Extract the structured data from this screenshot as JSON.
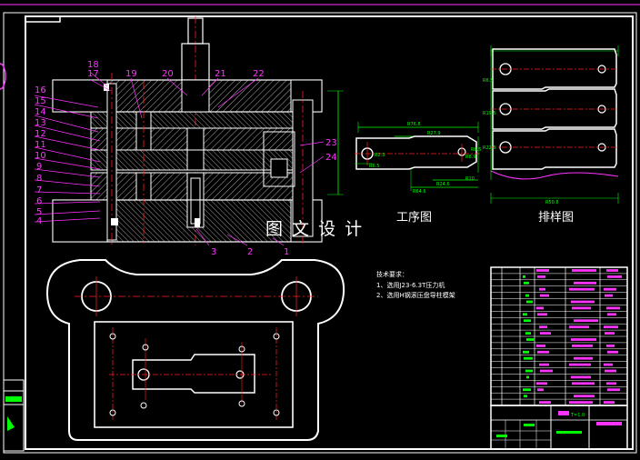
{
  "part_labels": [
    "1",
    "2",
    "3",
    "4",
    "5",
    "6",
    "7",
    "8",
    "9",
    "10",
    "11",
    "12",
    "13",
    "14",
    "15",
    "16",
    "17",
    "18",
    "19",
    "20",
    "21",
    "22",
    "23",
    "24"
  ],
  "watermark": "图 文 设 计",
  "view_titles": {
    "process": "工序图",
    "layout": "排样图"
  },
  "dims_process": [
    "R76.8",
    "R2.5",
    "R27.9",
    "R8.9",
    "R64.6",
    "R6.5",
    "R10",
    "R24.6",
    "R8.5"
  ],
  "dims_layout": [
    "R6.5",
    "R19.5",
    "R22.5",
    "R50.8"
  ],
  "tech_requirements": {
    "title": "技术要求：",
    "items": [
      "1、选用J23-6.3T压力机",
      "2、选用H钢滚压盘导柱模架"
    ]
  },
  "title_block": {
    "material": "T=1.0"
  },
  "colors": {
    "background": "#000000",
    "frame": "#ffffff",
    "annotation": "#ff33ff",
    "dimension": "#00ff00",
    "centerline": "#ff2020",
    "hatch": "#ffffff"
  }
}
